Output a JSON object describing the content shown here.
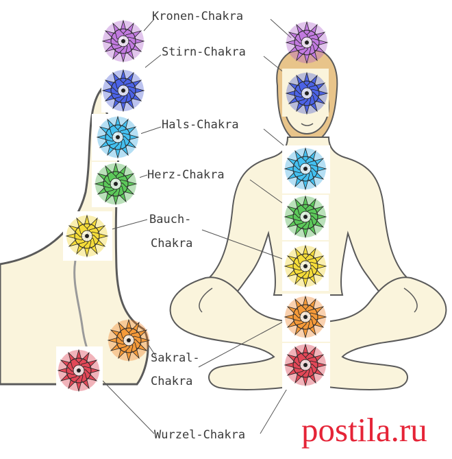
{
  "labels": {
    "crown": "Kronen-Chakra",
    "brow": "Stirn-Chakra",
    "throat": "Hals-Chakra",
    "heart": "Herz-Chakra",
    "solar_line1": "Bauch-",
    "solar_line2": "Chakra",
    "sacral_line1": "Sakral-",
    "sacral_line2": "Chakra",
    "root": "Wurzel-Chakra"
  },
  "watermark": "postila.ru",
  "colors": {
    "crown": "#a855c8",
    "brow": "#3b4fd1",
    "throat": "#2aa3e0",
    "heart": "#3aa83a",
    "solar": "#f2d21c",
    "sacral": "#f07a1a",
    "root": "#d6263a",
    "body_fill": "#faf4dc",
    "outline": "#5a5a5a",
    "hair": "#e8c48a",
    "watermark": "#e52437"
  }
}
